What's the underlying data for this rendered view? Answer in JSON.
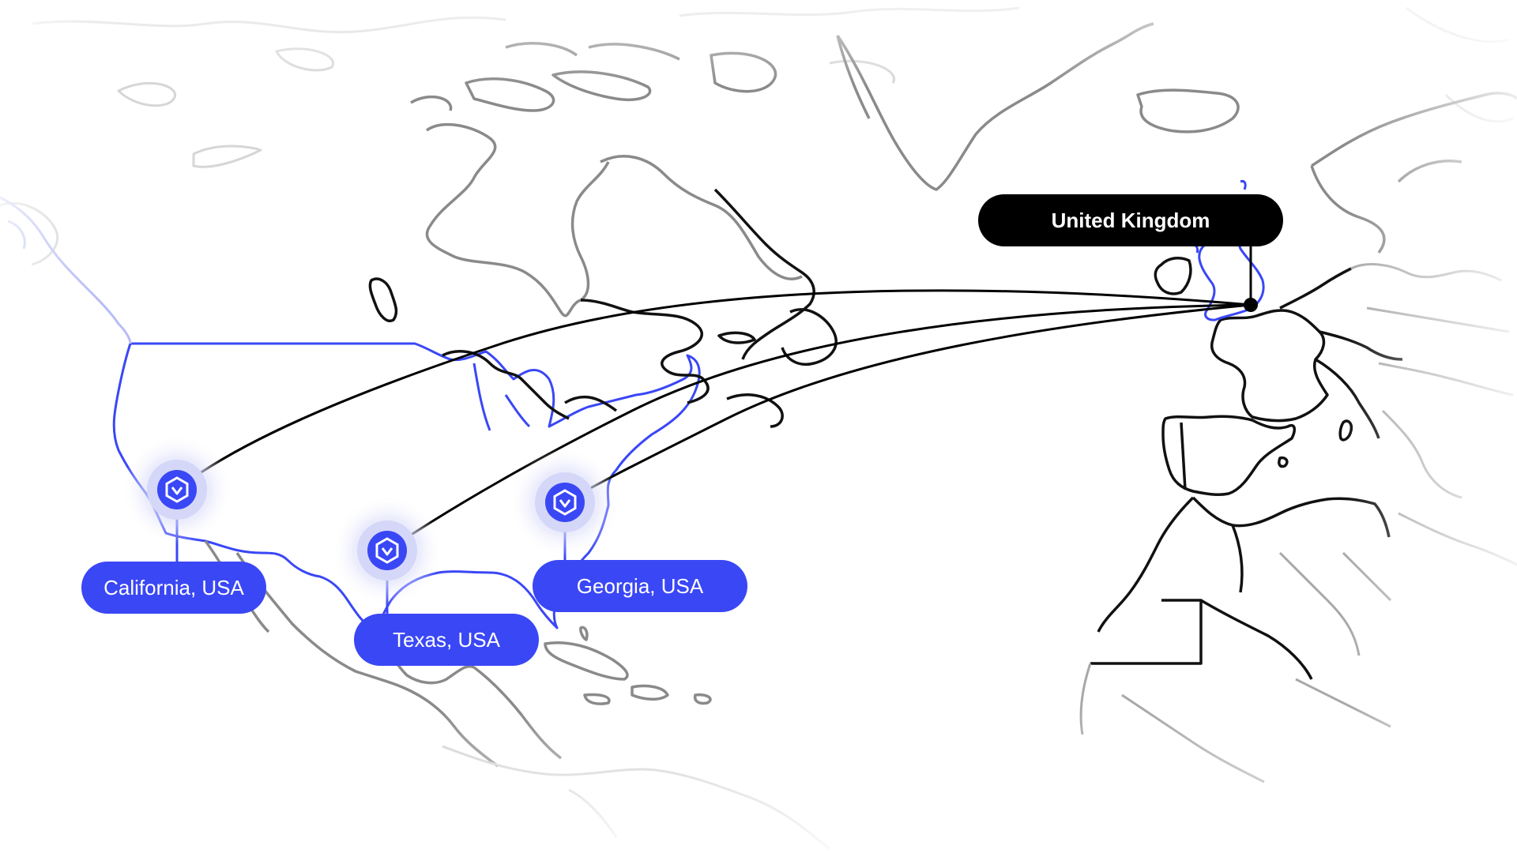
{
  "map": {
    "accent_color": "#3a47f5",
    "origin_color": "#000000",
    "origin": {
      "label": "United Kingdom",
      "icon": "dot-marker-icon"
    },
    "destinations": [
      {
        "key": "california",
        "label": "California, USA",
        "icon": "hexagon-chevron-icon"
      },
      {
        "key": "texas",
        "label": "Texas, USA",
        "icon": "hexagon-chevron-icon"
      },
      {
        "key": "georgia",
        "label": "Georgia, USA",
        "icon": "hexagon-chevron-icon"
      }
    ],
    "highlighted_regions": [
      "United States",
      "United Kingdom"
    ],
    "connection_style": "black curved arcs"
  }
}
